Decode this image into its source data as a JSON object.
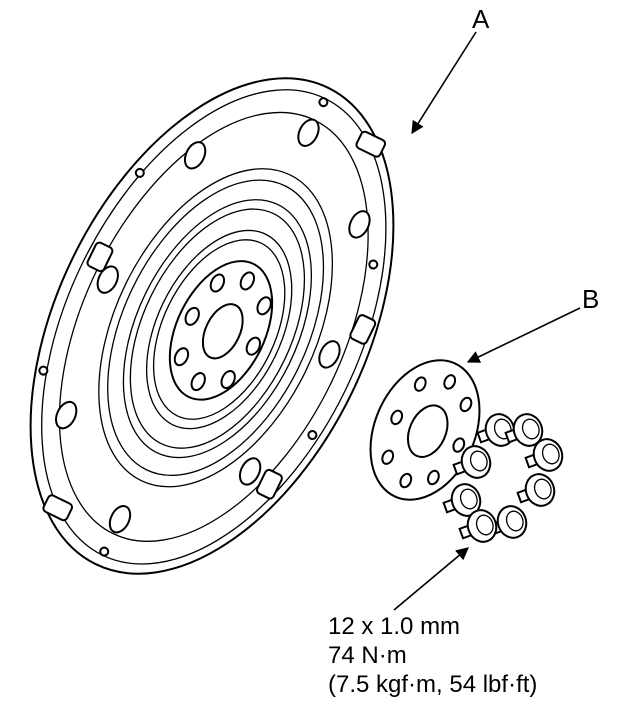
{
  "callouts": {
    "a": "A",
    "b": "B"
  },
  "specification": {
    "thread": "12 x 1.0 mm",
    "torque_nm": "74 N·m",
    "torque_alt": "(7.5 kgf·m, 54 lbf·ft)"
  }
}
